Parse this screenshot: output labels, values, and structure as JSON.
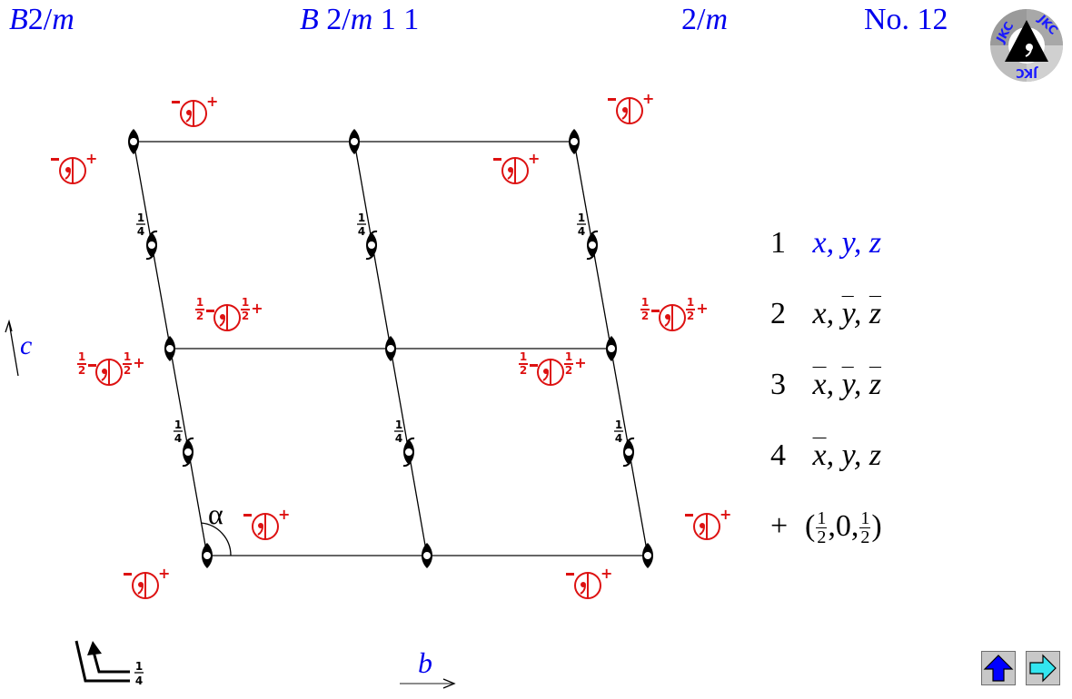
{
  "header": {
    "short_symbol": {
      "letter": "B",
      "rest": "2/",
      "m": "m"
    },
    "full_symbol": {
      "letter": "B",
      "part1": " 2/",
      "m": "m",
      "rest": " 1 1"
    },
    "point_group": {
      "two": "2/",
      "m": "m"
    },
    "number": "No. 12"
  },
  "logo": {
    "text": "JKC",
    "icon": "jkc-logo-icon"
  },
  "axes": {
    "c_label": "c",
    "b_label": "b",
    "angle_label": "α",
    "height_legend": {
      "num": "1",
      "den": "4"
    }
  },
  "fractions": {
    "quarter": {
      "num": "1",
      "den": "4"
    },
    "half": {
      "num": "1",
      "den": "2"
    }
  },
  "signs": {
    "minus": "−",
    "plus": "+"
  },
  "symmetry_operations": [
    {
      "index": "1",
      "coords": [
        "x",
        "y",
        "z"
      ],
      "bars": [
        false,
        false,
        false
      ],
      "highlight": true
    },
    {
      "index": "2",
      "coords": [
        "x",
        "y",
        "z"
      ],
      "bars": [
        false,
        true,
        true
      ],
      "highlight": false
    },
    {
      "index": "3",
      "coords": [
        "x",
        "y",
        "z"
      ],
      "bars": [
        true,
        true,
        true
      ],
      "highlight": false
    },
    {
      "index": "4",
      "coords": [
        "x",
        "y",
        "z"
      ],
      "bars": [
        true,
        false,
        false
      ],
      "highlight": false
    }
  ],
  "centering": {
    "plus": "+",
    "open": "(",
    "x_num": "1",
    "x_den": "2",
    "y": "0",
    "z_num": "1",
    "z_den": "2",
    "close": ")"
  },
  "nav": {
    "up_label": "up",
    "next_label": "next"
  },
  "colors": {
    "title_blue": "#0000ee",
    "symbol_red": "#dd1111",
    "axis_black": "#000000",
    "line_grey": "#666666"
  }
}
